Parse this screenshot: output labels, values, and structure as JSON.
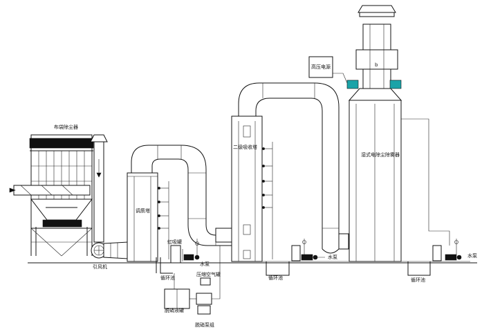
{
  "labels": {
    "bag_filter": "布袋除尘器",
    "induced_fan": "引风机",
    "conditioning_tower": "调质塔",
    "siphon_tank": "虹吸罐",
    "water_pump_1": "水泵",
    "circulation_pool_1": "循环池",
    "compressed_air_tank": "压缩空气罐",
    "desulfurizer_tank": "脱硝液罐",
    "desulfurizer_pump_group": "脱硝泵组",
    "secondary_absorber": "二级吸收塔",
    "circulation_pool_2": "循环池",
    "water_pump_2": "水泵",
    "hv_power": "高压电源",
    "wet_esp": "湿式电除尘除雾器",
    "circulation_pool_3": "循环池",
    "water_pump_3": "水泵",
    "stack_mark": "b"
  }
}
